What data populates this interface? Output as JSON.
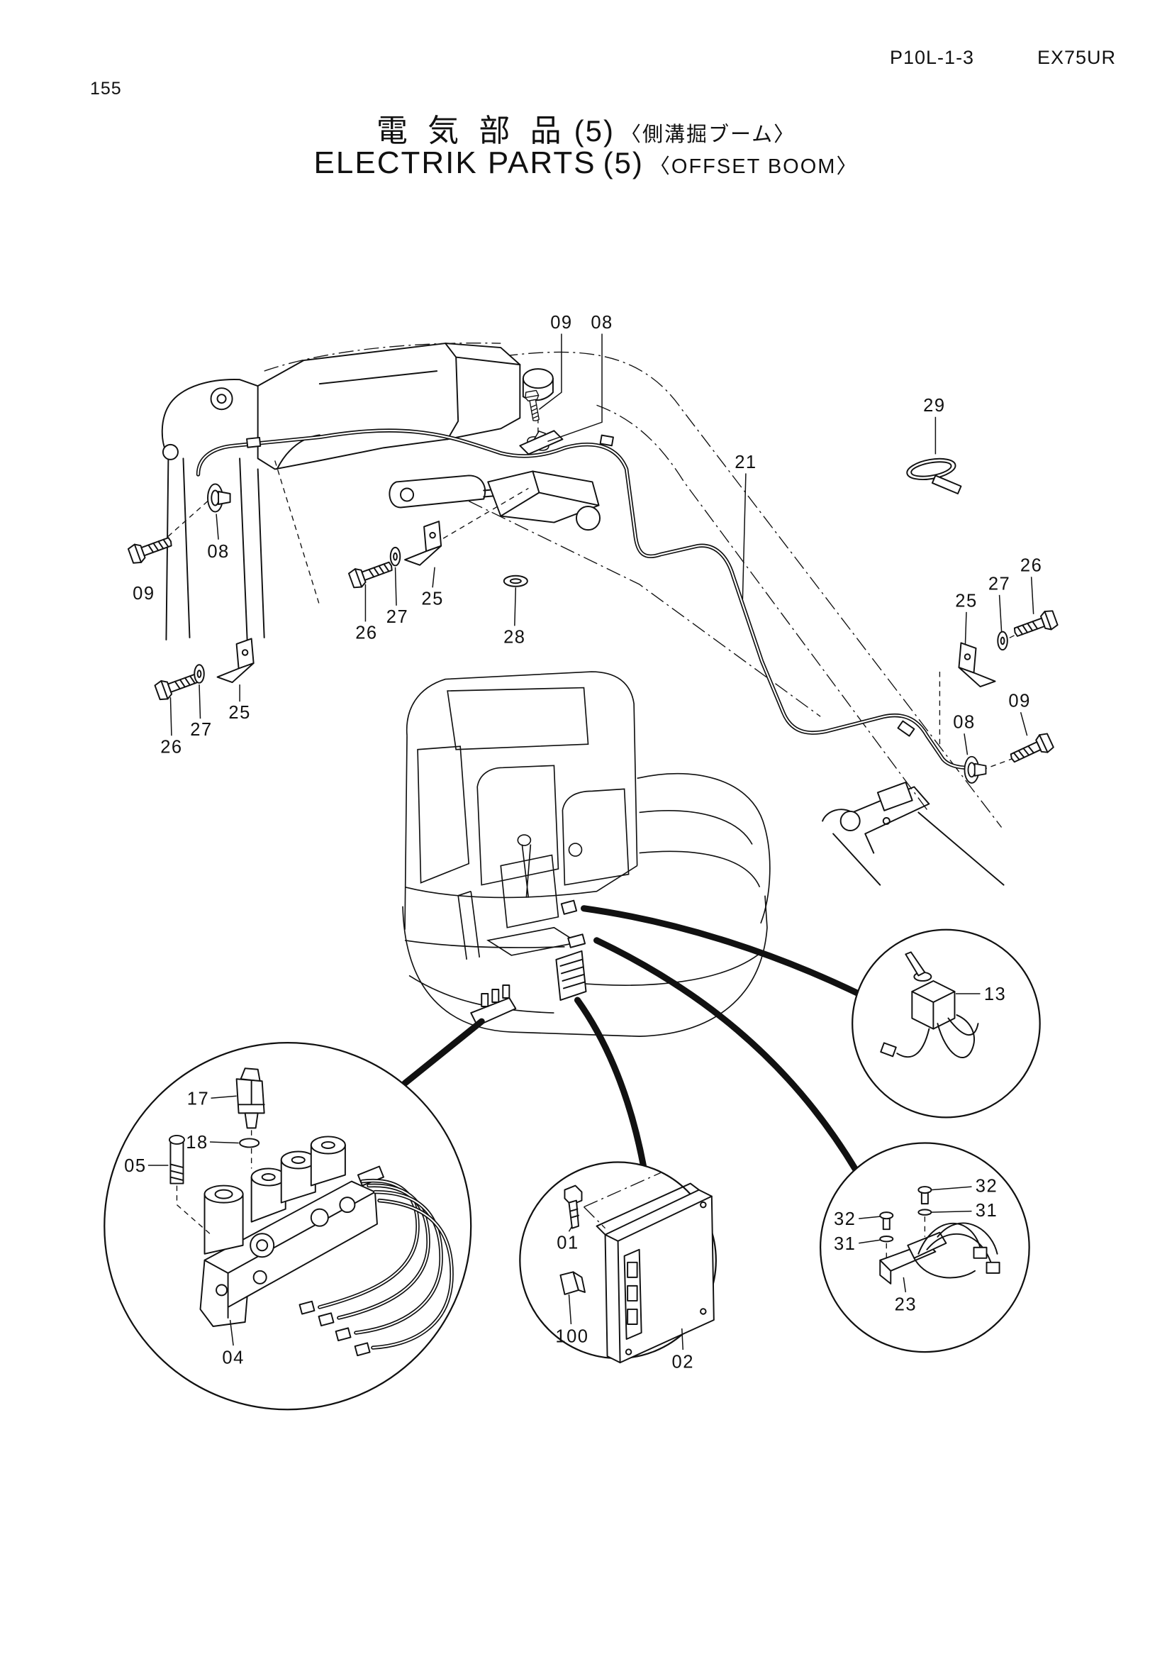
{
  "header": {
    "page_code": "P10L-1-3",
    "model": "EX75UR",
    "page_number": "155"
  },
  "title": {
    "jp_main": "電 気 部 品",
    "jp_number": "(5)",
    "jp_sub": "〈側溝掘ブーム〉",
    "en_main": "ELECTRIK PARTS",
    "en_number": "(5)",
    "en_sub": "〈OFFSET BOOM〉"
  },
  "callouts": {
    "boom": [
      "09",
      "08",
      "29",
      "21",
      "08",
      "09",
      "25",
      "27",
      "26",
      "28",
      "25",
      "27",
      "26",
      "26",
      "27",
      "25",
      "09",
      "08"
    ],
    "switch_detail": [
      "13"
    ],
    "valve_detail": [
      "17",
      "18",
      "05",
      "04"
    ],
    "controller_detail": [
      "01",
      "100",
      "02"
    ],
    "switch_bracket_detail": [
      "32",
      "31",
      "32",
      "31",
      "23"
    ]
  }
}
